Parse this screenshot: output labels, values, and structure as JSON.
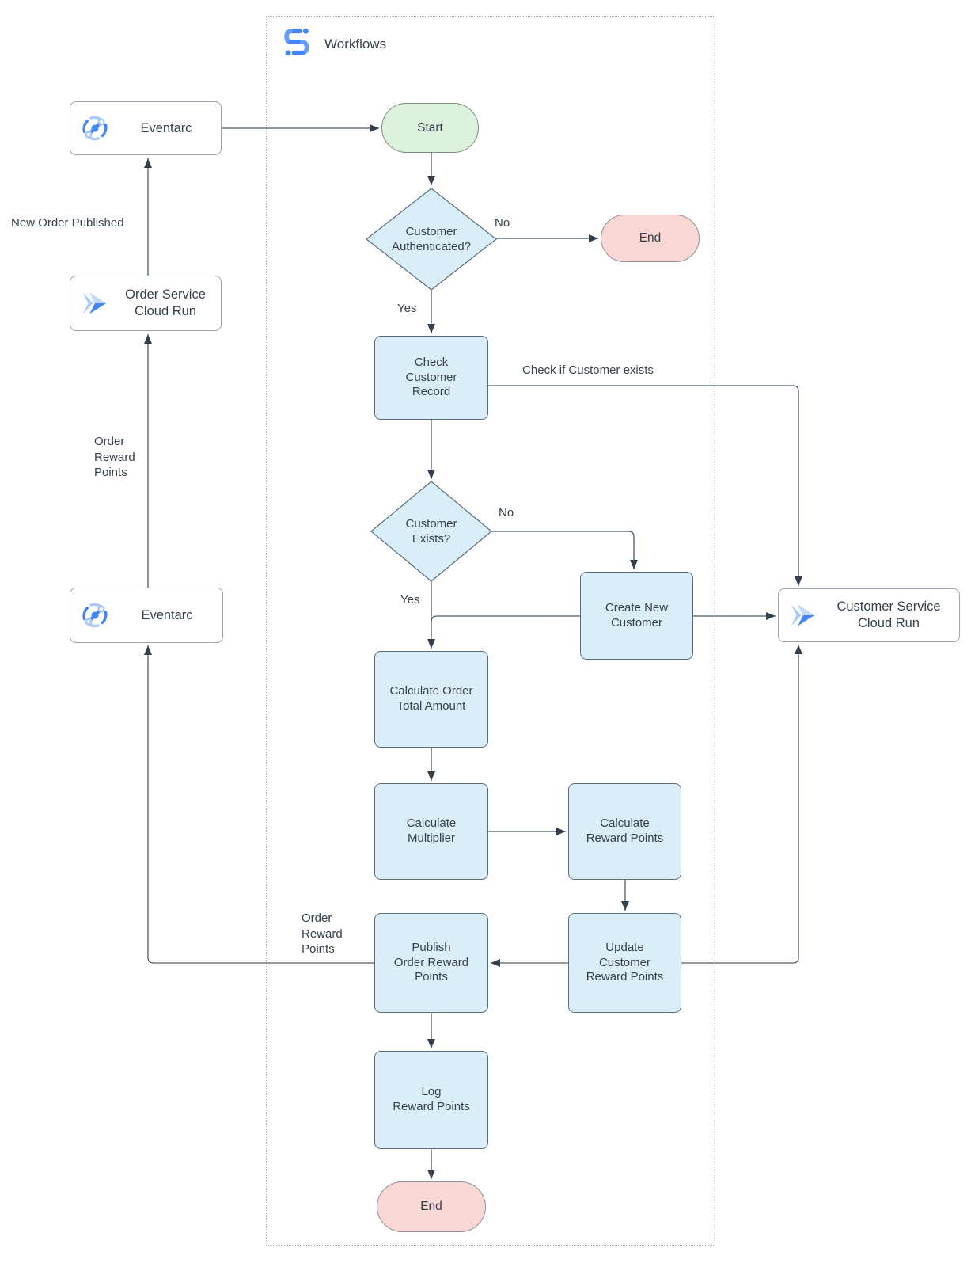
{
  "container": {
    "title": "Workflows"
  },
  "nodes": {
    "eventarc_top": {
      "label": "Eventarc"
    },
    "order_service": {
      "label": "Order Service\nCloud Run"
    },
    "eventarc_bottom": {
      "label": "Eventarc"
    },
    "customer_service": {
      "label": "Customer Service\nCloud Run"
    },
    "start": {
      "label": "Start"
    },
    "customer_authenticated": {
      "label": "Customer\nAuthenticated?"
    },
    "end_top": {
      "label": "End"
    },
    "check_customer_record": {
      "label": "Check\nCustomer\nRecord"
    },
    "customer_exists": {
      "label": "Customer\nExists?"
    },
    "create_new_customer": {
      "label": "Create New\nCustomer"
    },
    "calculate_order_total": {
      "label": "Calculate Order\nTotal Amount"
    },
    "calculate_multiplier": {
      "label": "Calculate\nMultiplier"
    },
    "calculate_reward_points": {
      "label": "Calculate\nReward Points"
    },
    "publish_order_reward_points": {
      "label": "Publish\nOrder Reward\nPoints"
    },
    "update_customer_reward_points": {
      "label": "Update\nCustomer\nReward Points"
    },
    "log_reward_points": {
      "label": "Log\nReward Points"
    },
    "end_bottom": {
      "label": "End"
    }
  },
  "edge_labels": {
    "new_order_published": "New Order Published",
    "order_reward_points_left": "Order\nReward\nPoints",
    "order_reward_points_bottom": "Order\nReward\nPoints",
    "no_authenticated": "No",
    "yes_authenticated": "Yes",
    "no_exists": "No",
    "yes_exists": "Yes",
    "check_if_customer_exists": "Check if Customer exists"
  },
  "colors": {
    "process_fill": "#daeefa",
    "process_stroke": "#5a6b7b",
    "terminal_green": "#ddf2dc",
    "terminal_red": "#f9d7d5",
    "line": "#4d5a68",
    "icon_blue": "#4285f4",
    "icon_light_blue": "#a8c7fa"
  }
}
